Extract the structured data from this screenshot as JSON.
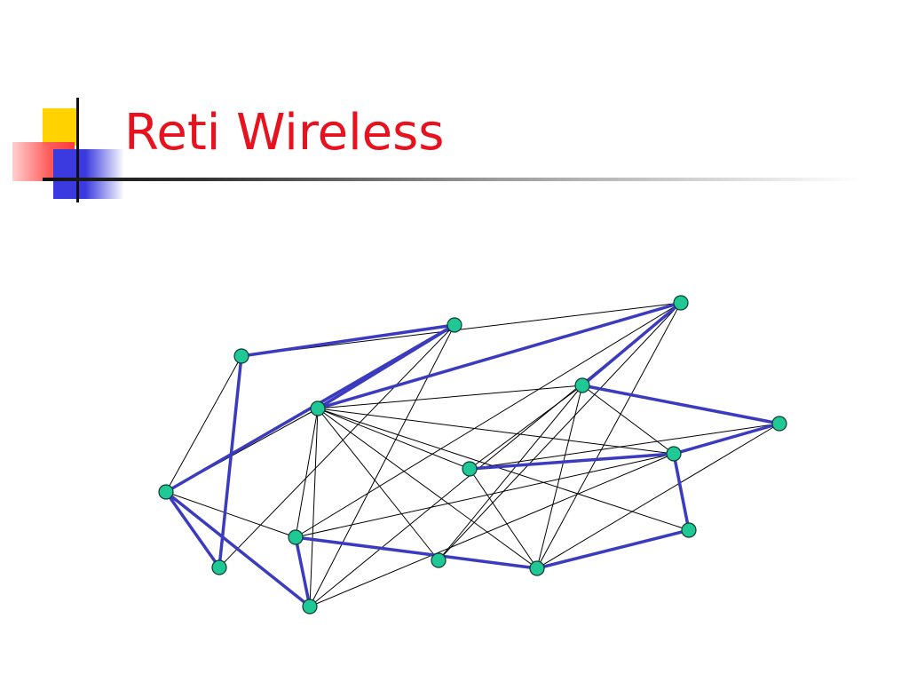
{
  "slide": {
    "title": "Reti Wireless"
  },
  "colors": {
    "title": "#e8121e",
    "node_fill": "#20c896",
    "node_stroke": "#0a3a30",
    "thin_edge": "#000000",
    "bold_edge": "#3b3bc0"
  },
  "network": {
    "nodes": [
      {
        "id": "n1"
      },
      {
        "id": "n2"
      },
      {
        "id": "n3"
      },
      {
        "id": "n4"
      },
      {
        "id": "n5"
      },
      {
        "id": "n6"
      },
      {
        "id": "n7"
      },
      {
        "id": "n8"
      },
      {
        "id": "n9"
      },
      {
        "id": "n10"
      },
      {
        "id": "n11"
      },
      {
        "id": "n12"
      },
      {
        "id": "n13"
      },
      {
        "id": "n14"
      },
      {
        "id": "n15"
      }
    ],
    "thin_edges": [
      [
        "n1",
        "n3"
      ],
      [
        "n1",
        "n6"
      ],
      [
        "n2",
        "n4"
      ],
      [
        "n2",
        "n6"
      ],
      [
        "n2",
        "n9"
      ],
      [
        "n2",
        "n7"
      ],
      [
        "n4",
        "n14"
      ],
      [
        "n4",
        "n15"
      ],
      [
        "n4",
        "n9"
      ],
      [
        "n4",
        "n11"
      ],
      [
        "n4",
        "n5"
      ],
      [
        "n4",
        "n8"
      ],
      [
        "n4",
        "n6"
      ],
      [
        "n4",
        "n13"
      ],
      [
        "n4",
        "n12"
      ],
      [
        "n3",
        "n9"
      ],
      [
        "n3",
        "n14"
      ],
      [
        "n3",
        "n13"
      ],
      [
        "n3",
        "n8"
      ],
      [
        "n5",
        "n11"
      ],
      [
        "n5",
        "n13"
      ],
      [
        "n5",
        "n12"
      ],
      [
        "n5",
        "n14"
      ],
      [
        "n10",
        "n12"
      ],
      [
        "n10",
        "n11"
      ],
      [
        "n10",
        "n14"
      ],
      [
        "n11",
        "n14"
      ],
      [
        "n12",
        "n15"
      ],
      [
        "n6",
        "n8"
      ],
      [
        "n6",
        "n7"
      ],
      [
        "n8",
        "n12"
      ],
      [
        "n9",
        "n12"
      ]
    ],
    "bold_edges": [
      [
        "n1",
        "n2"
      ],
      [
        "n2",
        "n4"
      ],
      [
        "n4",
        "n3"
      ],
      [
        "n3",
        "n5"
      ],
      [
        "n5",
        "n10"
      ],
      [
        "n10",
        "n12"
      ],
      [
        "n12",
        "n15"
      ],
      [
        "n15",
        "n14"
      ],
      [
        "n14",
        "n8"
      ],
      [
        "n8",
        "n9"
      ],
      [
        "n9",
        "n6"
      ],
      [
        "n6",
        "n2"
      ],
      [
        "n6",
        "n7"
      ],
      [
        "n7",
        "n1"
      ],
      [
        "n11",
        "n12"
      ]
    ]
  }
}
